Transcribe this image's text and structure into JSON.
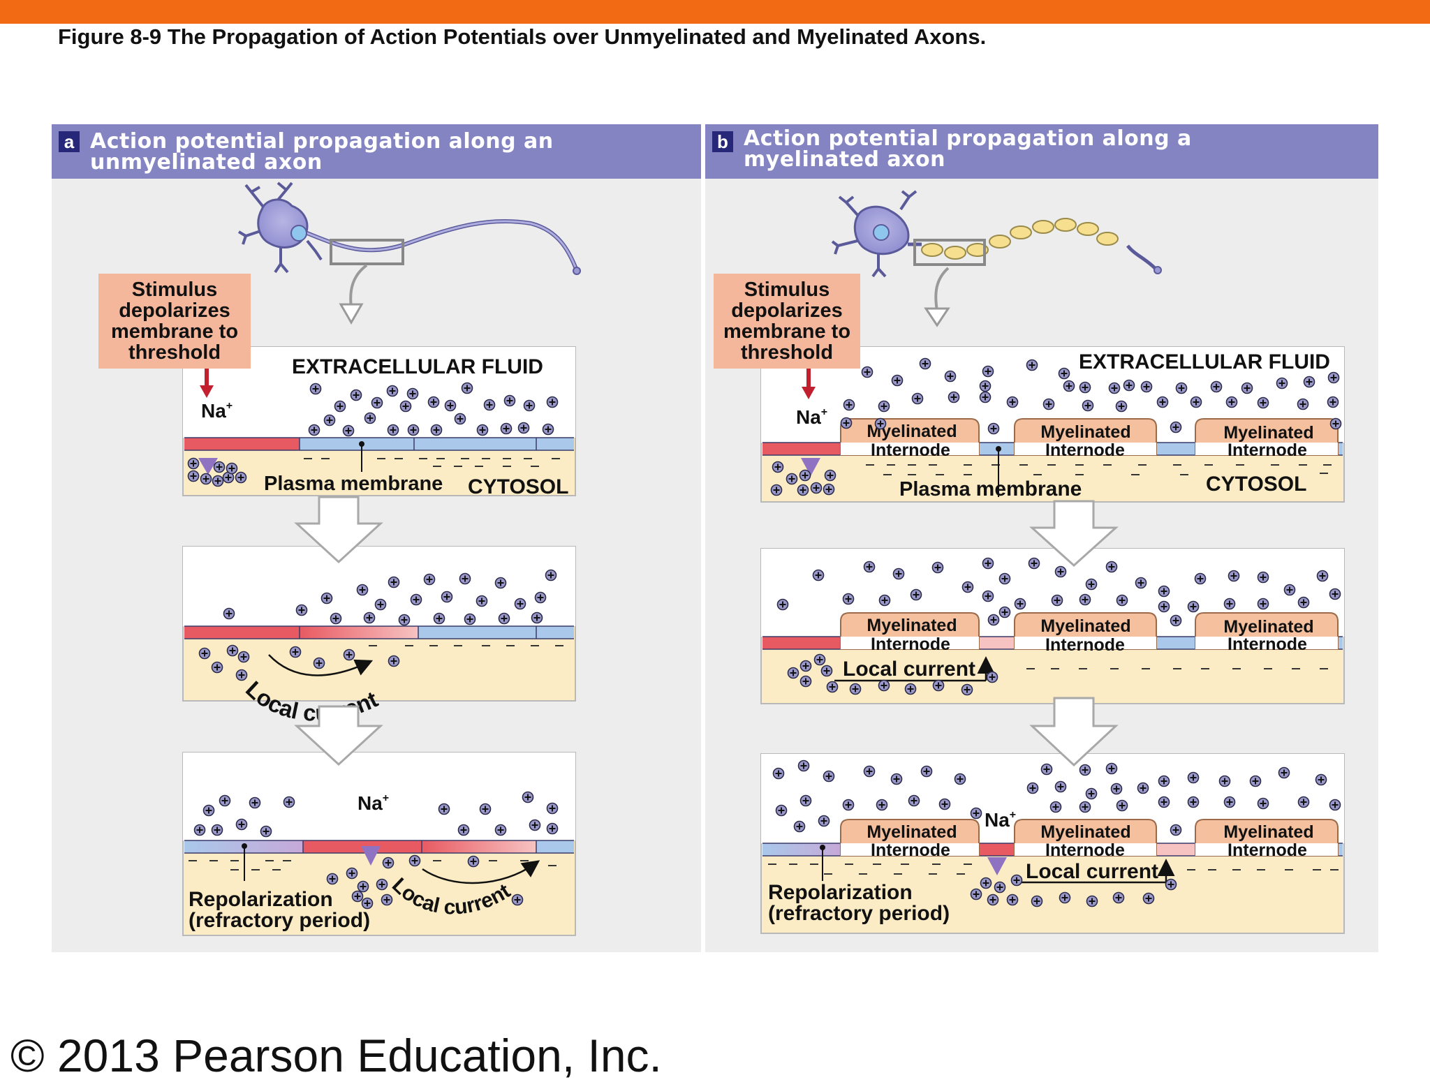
{
  "figure_title": "Figure 8-9  The Propagation of Action Potentials over Unmyelinated and Myelinated Axons.",
  "copyright": "© 2013 Pearson Education, Inc.",
  "colors": {
    "top_bar": "#f26a13",
    "header": "#8484c2",
    "depolarized": "#e85a62",
    "resting": "#a9c8ea",
    "cytosol": "#fbecc5",
    "myelin": "#f5c09e",
    "stimulus_box": "#f5b79b"
  },
  "panel_a": {
    "letter": "a",
    "title_line1": "Action potential propagation along an",
    "title_line2": "unmyelinated axon",
    "stimulus": [
      "Stimulus",
      "depolarizes",
      "membrane to",
      "threshold"
    ],
    "extracellular": "EXTRACELLULAR FLUID",
    "na": "Na",
    "na_sup": "+",
    "plasma_membrane": "Plasma membrane",
    "cytosol": "CYTOSOL",
    "local_current": "Local current",
    "repol_line1": "Repolarization",
    "repol_line2": "(refractory period)"
  },
  "panel_b": {
    "letter": "b",
    "title_line1": "Action potential propagation along a",
    "title_line2": "myelinated axon",
    "stimulus": [
      "Stimulus",
      "depolarizes",
      "membrane to",
      "threshold"
    ],
    "extracellular": "EXTRACELLULAR FLUID",
    "na": "Na",
    "na_sup": "+",
    "myelinated": "Myelinated",
    "internode": "Internode",
    "plasma_membrane_pre": "Plasma ",
    "plasma_membrane_bold": "membrane",
    "cytosol": "CYTOSOL",
    "local_current": "Local current",
    "repol_line1": "Repolarization",
    "repol_line2": "(refractory period)"
  }
}
